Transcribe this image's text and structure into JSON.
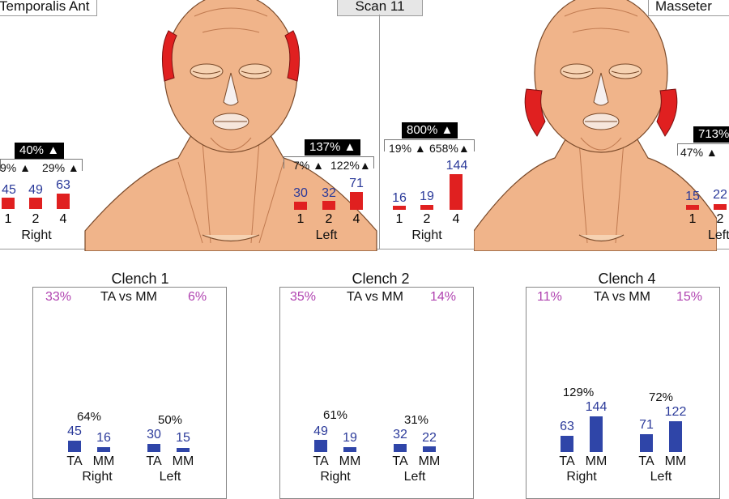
{
  "top": {
    "left_muscle": "Temporalis Ant",
    "scan_label": "Scan 11",
    "right_muscle": "Masseter",
    "ta": {
      "right": {
        "pct": "40%",
        "ratio_a": "9%",
        "ratio_b": "29%",
        "values": [
          "45",
          "49",
          "63"
        ],
        "labels": [
          "1",
          "2",
          "4"
        ],
        "side": "Right"
      },
      "left": {
        "pct": "137%",
        "ratio_a": "7%",
        "ratio_b": "122%",
        "values": [
          "30",
          "32",
          "71"
        ],
        "labels": [
          "1",
          "2",
          "4"
        ],
        "side": "Left"
      }
    },
    "mm": {
      "right": {
        "pct": "800%",
        "ratio_a": "19%",
        "ratio_b": "658%",
        "values": [
          "16",
          "19",
          "144"
        ],
        "labels": [
          "1",
          "2",
          "4"
        ],
        "side": "Right"
      },
      "left": {
        "pct": "713%",
        "ratio_a": "47%",
        "values": [
          "15",
          "22"
        ],
        "labels": [
          "1",
          "2"
        ],
        "side": "Left"
      }
    }
  },
  "clench": [
    {
      "title": "Clench 1",
      "left_pct": "33%",
      "mid": "TA vs MM",
      "right_pct": "6%",
      "right_pct_pair": "64%",
      "left_pct_pair": "50%",
      "right_ta": "45",
      "right_mm": "16",
      "left_ta": "30",
      "left_mm": "15",
      "ta": "TA",
      "mm": "MM",
      "right": "Right",
      "left": "Left"
    },
    {
      "title": "Clench 2",
      "left_pct": "35%",
      "mid": "TA vs MM",
      "right_pct": "14%",
      "right_pct_pair": "61%",
      "left_pct_pair": "31%",
      "right_ta": "49",
      "right_mm": "19",
      "left_ta": "32",
      "left_mm": "22",
      "ta": "TA",
      "mm": "MM",
      "right": "Right",
      "left": "Left"
    },
    {
      "title": "Clench 4",
      "left_pct": "11%",
      "mid": "TA vs MM",
      "right_pct": "15%",
      "right_pct_pair": "129%",
      "left_pct_pair": "72%",
      "right_ta": "63",
      "right_mm": "144",
      "left_ta": "71",
      "left_mm": "122",
      "ta": "TA",
      "mm": "MM",
      "right": "Right",
      "left": "Left"
    }
  ],
  "colors": {
    "active_bar": "#e02020",
    "clench_bar": "#2f45a8",
    "value_text": "#2b3a9a",
    "percent_text": "#b043b0"
  }
}
